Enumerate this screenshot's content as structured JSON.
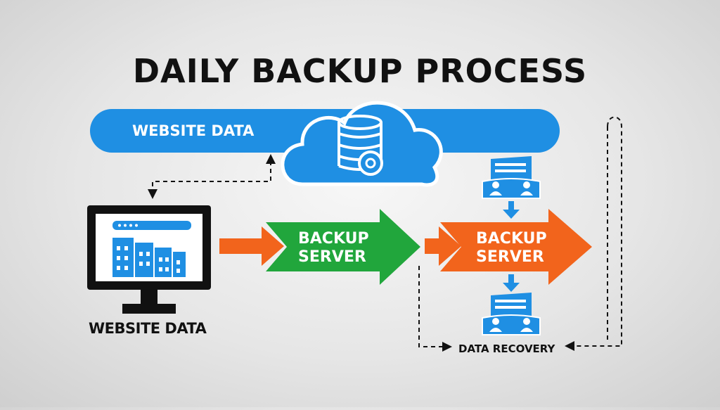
{
  "title": "DAILY BACKUP PROCESS",
  "website_data_band": {
    "label": "WEBSITE DATA"
  },
  "monitor": {
    "label": "WEBSITE DATA"
  },
  "green_arrow": {
    "line1": "BACKUP",
    "line2": "SERVER"
  },
  "orange_arrow": {
    "line1": "BACKUP",
    "line2": "SERVER"
  },
  "recovery": {
    "label": "DATA RECOVERY"
  },
  "colors": {
    "blue": "#1f8fe3",
    "dark_blue": "#0f6fc2",
    "green": "#21a63c",
    "orange": "#f2641c",
    "black": "#111111"
  }
}
